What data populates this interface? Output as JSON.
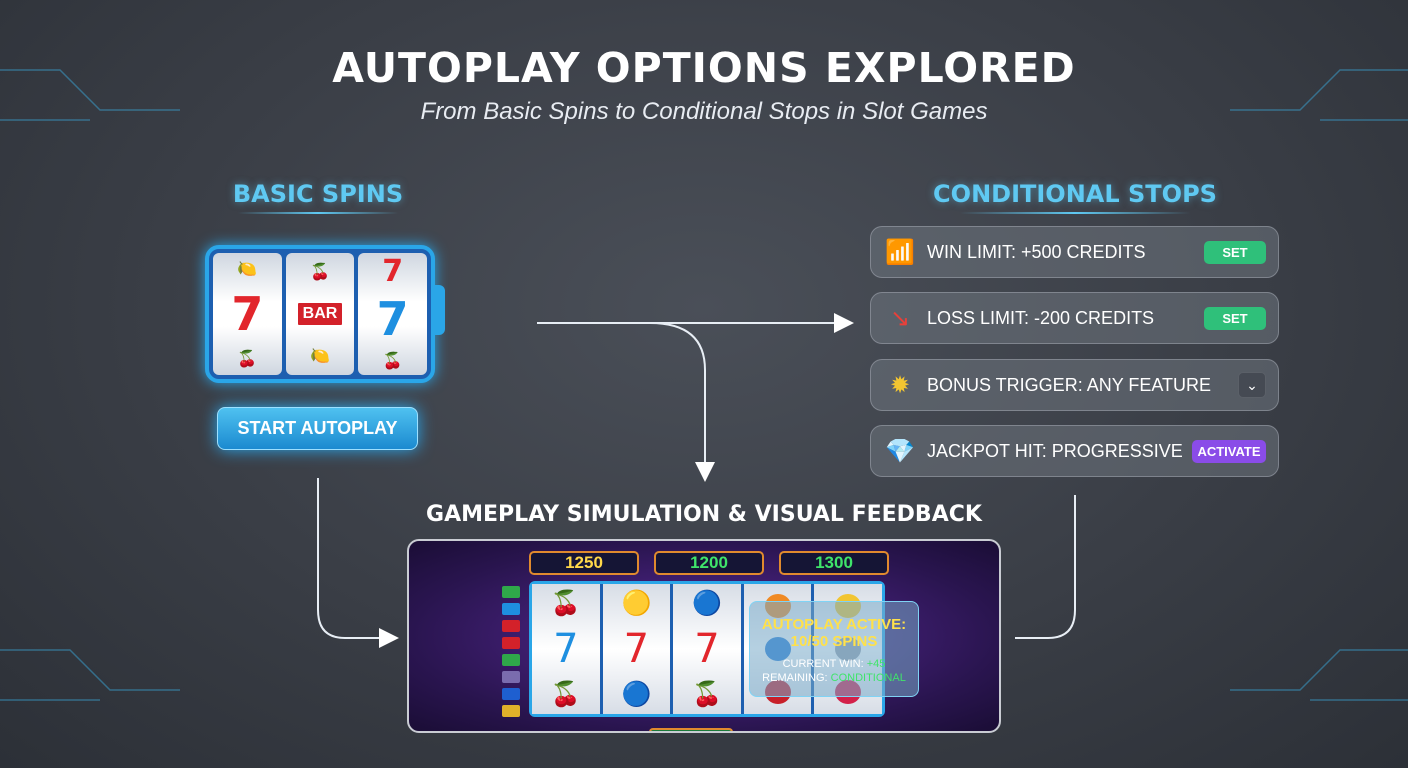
{
  "header": {
    "title": "AUTOPLAY OPTIONS EXPLORED",
    "subtitle": "From Basic Spins to Conditional Stops in Slot Games"
  },
  "basic": {
    "heading": "BASIC SPINS",
    "reels": [
      {
        "top": "🍋",
        "mid": "7",
        "bot": "🍒"
      },
      {
        "top": "🍒",
        "mid": "BAR",
        "bot": "🍋"
      },
      {
        "top": "7",
        "mid": "7",
        "bot": "🍒"
      }
    ],
    "start_label": "START AUTOPLAY"
  },
  "conditional": {
    "heading": "CONDITIONAL STOPS",
    "items": [
      {
        "icon": "chart-up-icon",
        "label": "WIN LIMIT: +500 CREDITS",
        "action": "SET"
      },
      {
        "icon": "arrow-down-icon",
        "label": "LOSS LIMIT: -200 CREDITS",
        "action": "SET"
      },
      {
        "icon": "star-burst-icon",
        "label": "BONUS TRIGGER: ANY FEATURE",
        "action": "⌄"
      },
      {
        "icon": "diamond-icon",
        "label": "JACKPOT HIT: PROGRESSIVE",
        "action": "ACTIVATE"
      }
    ]
  },
  "gameplay": {
    "heading": "GAMEPLAY SIMULATION & VISUAL FEEDBACK",
    "counters": [
      "1250",
      "1200",
      "1300"
    ],
    "overlay": {
      "line1": "AUTOPLAY ACTIVE:",
      "line2": "10/50 SPINS",
      "win_label": "CURRENT WIN:",
      "win_value": "+45",
      "remain_label": "REMAINING:",
      "remain_value": "CONDITIONAL"
    }
  },
  "colors": {
    "accent": "#5fc9f2",
    "set": "#2fc07a",
    "activate": "#8a4ce8",
    "win": "#3fe46a",
    "loss": "#e8403a"
  }
}
